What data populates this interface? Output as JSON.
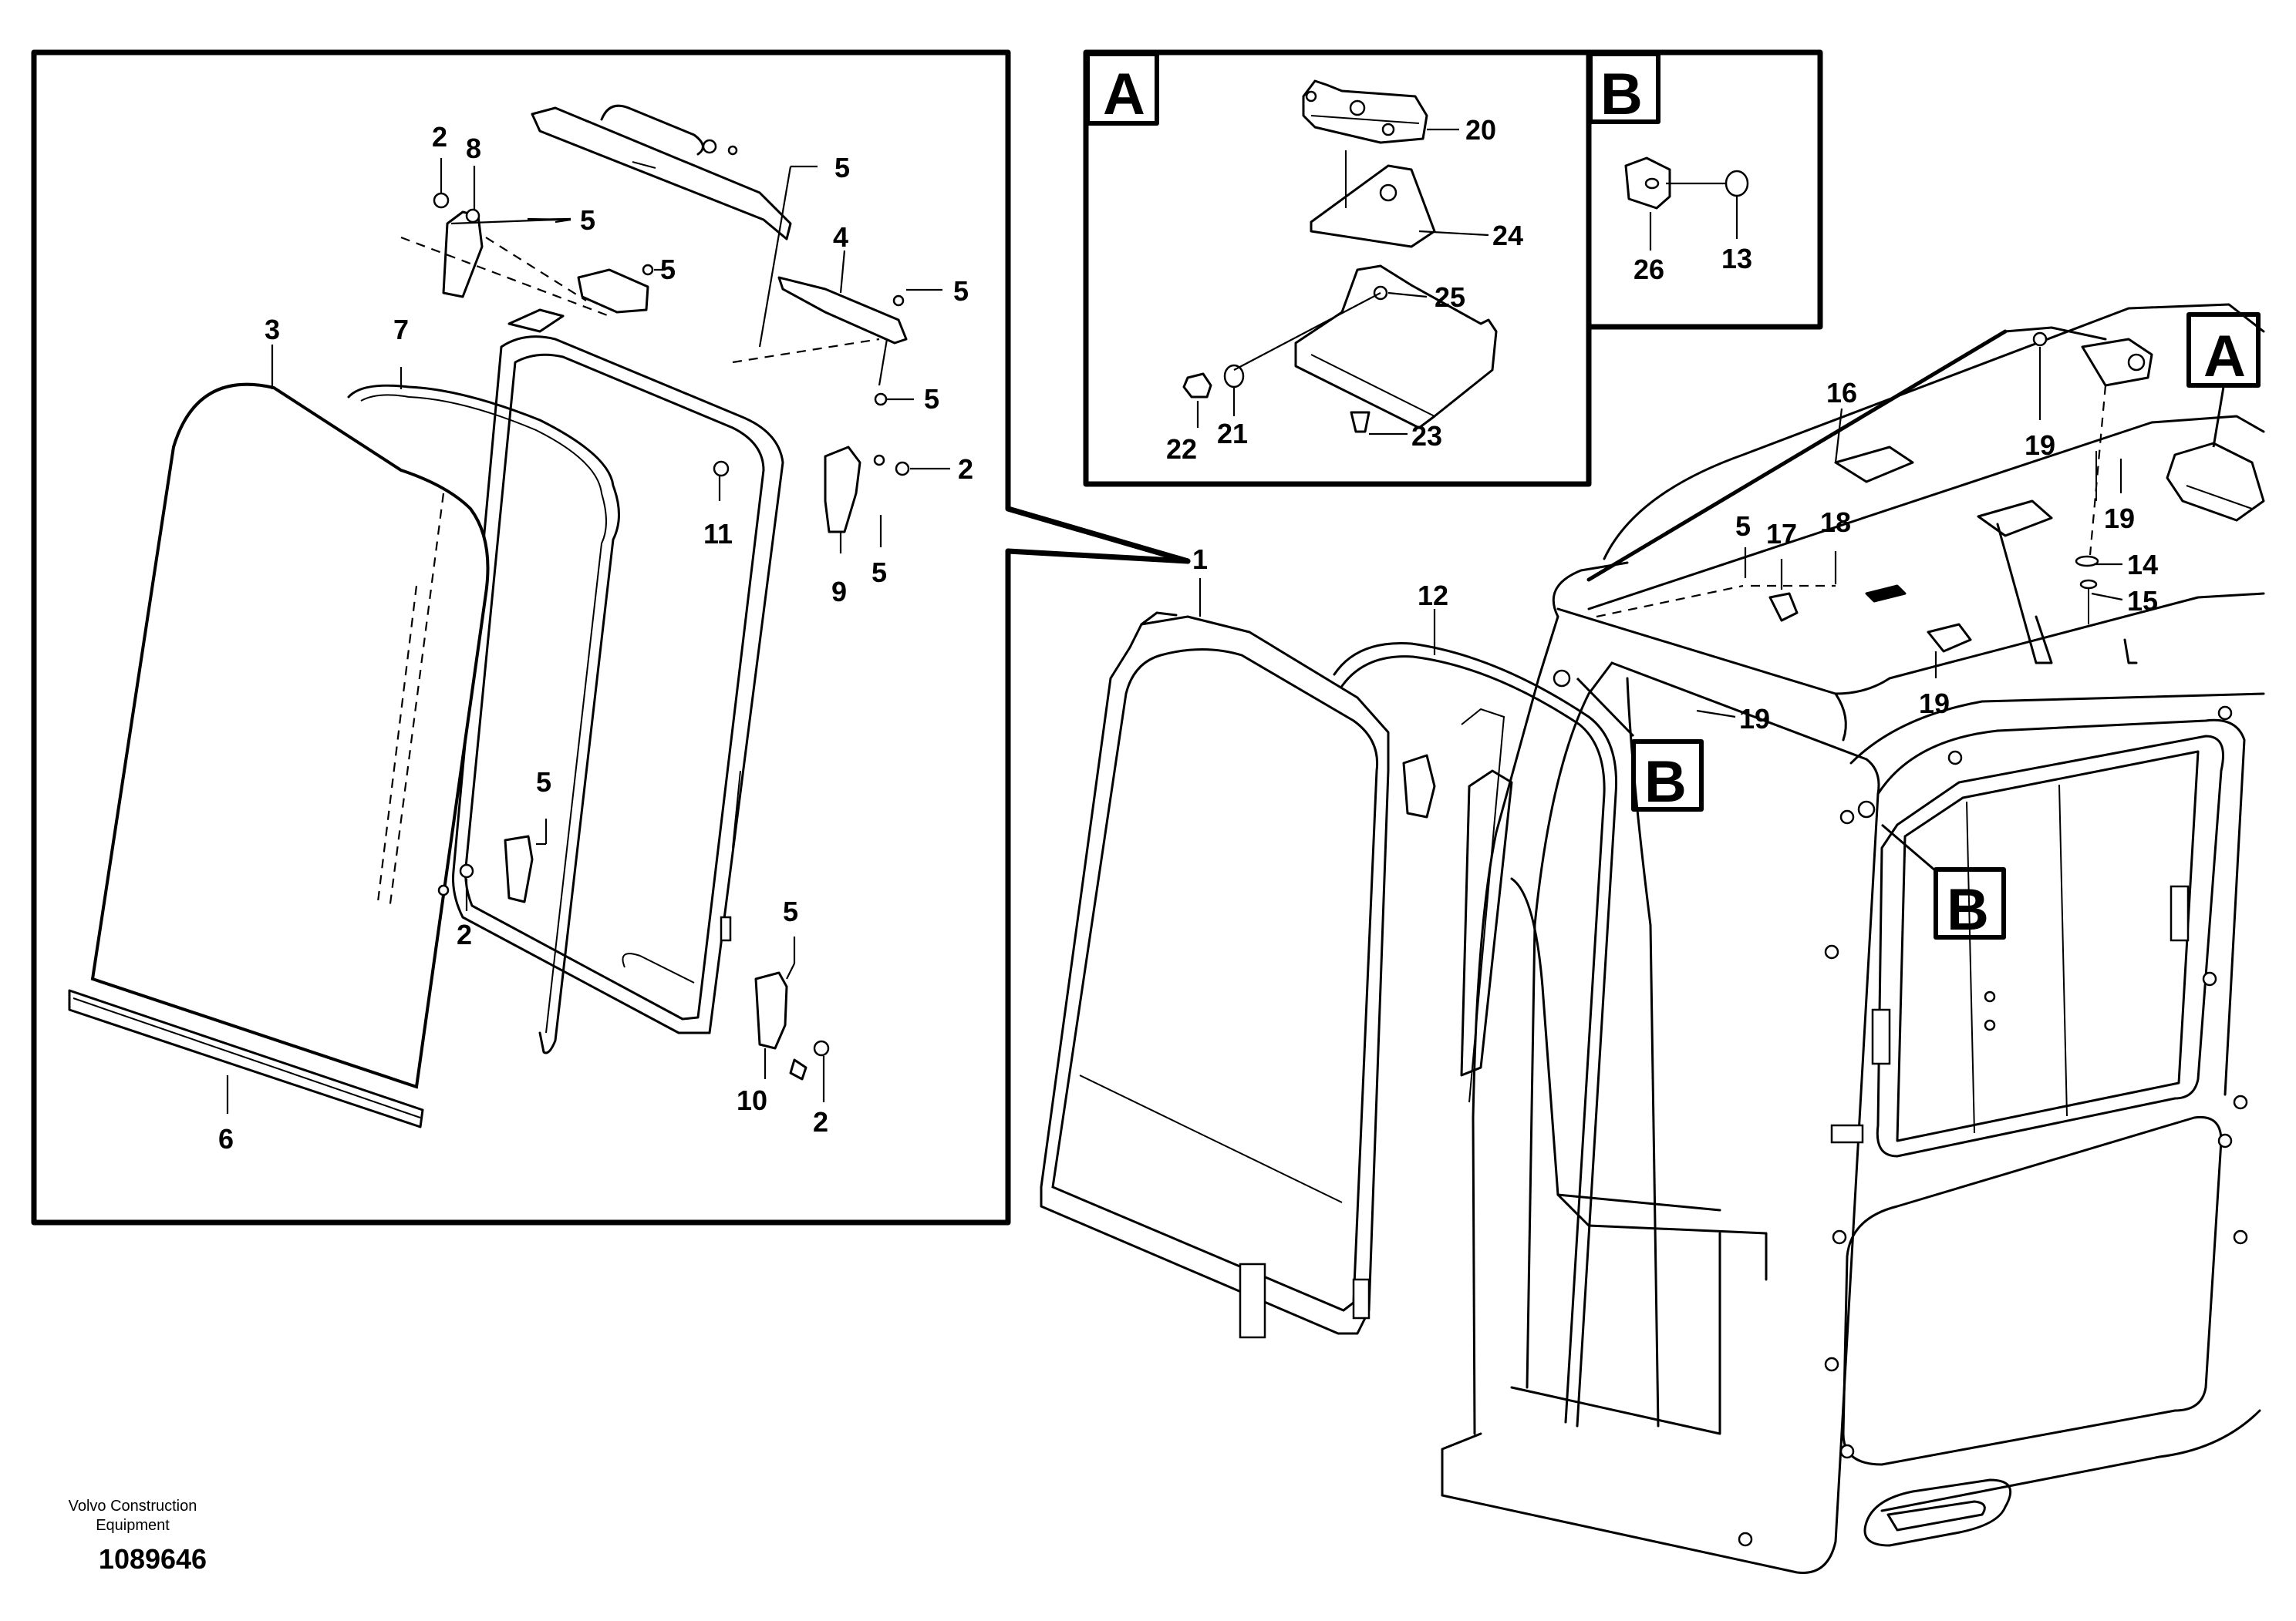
{
  "callouts": {
    "c1": "1",
    "c2": "2",
    "c3": "3",
    "c4": "4",
    "c5": "5",
    "c6": "6",
    "c7": "7",
    "c8": "8",
    "c9": "9",
    "c10": "10",
    "c11": "11",
    "c12": "12",
    "c13": "13",
    "c14": "14",
    "c15": "15",
    "c16": "16",
    "c17": "17",
    "c18": "18",
    "c19": "19",
    "c20": "20",
    "c21": "21",
    "c22": "22",
    "c23": "23",
    "c24": "24",
    "c25": "25",
    "c26": "26"
  },
  "detail_keys": {
    "a": "A",
    "b": "B"
  },
  "footer": {
    "company_line1": "Volvo Construction",
    "company_line2": "Equipment",
    "drawing_number": "1089646"
  }
}
